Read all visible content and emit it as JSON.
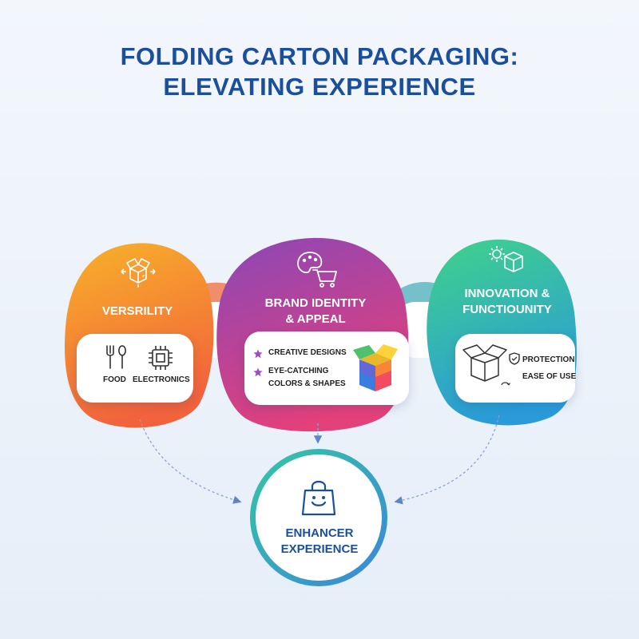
{
  "header": {
    "title_line1": "FOLDING CARTON PACKAGING:",
    "title_line2": "ELEVATING EXPERIENCE"
  },
  "nodes": {
    "left": {
      "label": "VERSRILITY",
      "items": [
        "FOOD",
        "ELECTRONICS"
      ],
      "icons": [
        "box-arrows-icon",
        "fork-spoon-icon",
        "chip-icon"
      ]
    },
    "middle": {
      "label_line1": "BRAND IDENTITY",
      "label_line2": "& APPEAL",
      "items": [
        "CREATIVE DESIGNS",
        "EYE-CATCHING",
        "COLORS & SHAPES"
      ],
      "icons": [
        "palette-cart-icon",
        "star-icon",
        "colorful-box-icon"
      ]
    },
    "right": {
      "label_line1": "INNOVATION &",
      "label_line2": "FUNCTIOUNITY",
      "items": [
        "PROTECTION",
        "EASE OF USE"
      ],
      "icons": [
        "gear-box-icon",
        "open-box-icon",
        "shield-icon"
      ]
    },
    "center": {
      "label_line1": "ENHANCER",
      "label_line2": "EXPERIENCE",
      "icons": [
        "shopping-bag-smile-icon"
      ]
    }
  },
  "colors": {
    "title": "#1b4f9c",
    "left_gradient": [
      "#f7a92a",
      "#f26b3a"
    ],
    "middle_gradient": [
      "#8e44ad",
      "#e0407a"
    ],
    "right_gradient": [
      "#3ccf8e",
      "#2b9fd6"
    ],
    "center_ring": [
      "#35c3a0",
      "#3a8fd9"
    ],
    "arrows": "#6c8fc4"
  }
}
